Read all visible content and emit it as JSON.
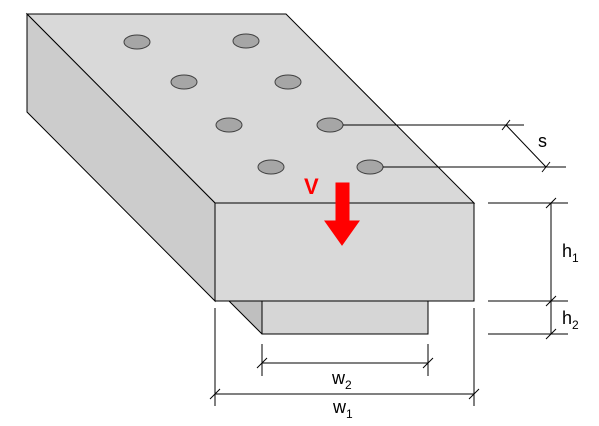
{
  "labels": {
    "shear_force": "V",
    "spacing": "s",
    "h1_main": "h",
    "h1_sub": "1",
    "h2_main": "h",
    "h2_sub": "2",
    "w2_main": "w",
    "w2_sub": "2",
    "w1_main": "w",
    "w1_sub": "1"
  },
  "colors": {
    "face_top": "#d9d9d9",
    "face_side": "#cccccc",
    "face_front": "#d9d9d9",
    "stem": "#d6d6d6",
    "hole": "#a6a6a6",
    "outline": "#000000",
    "force": "#ff0000"
  }
}
